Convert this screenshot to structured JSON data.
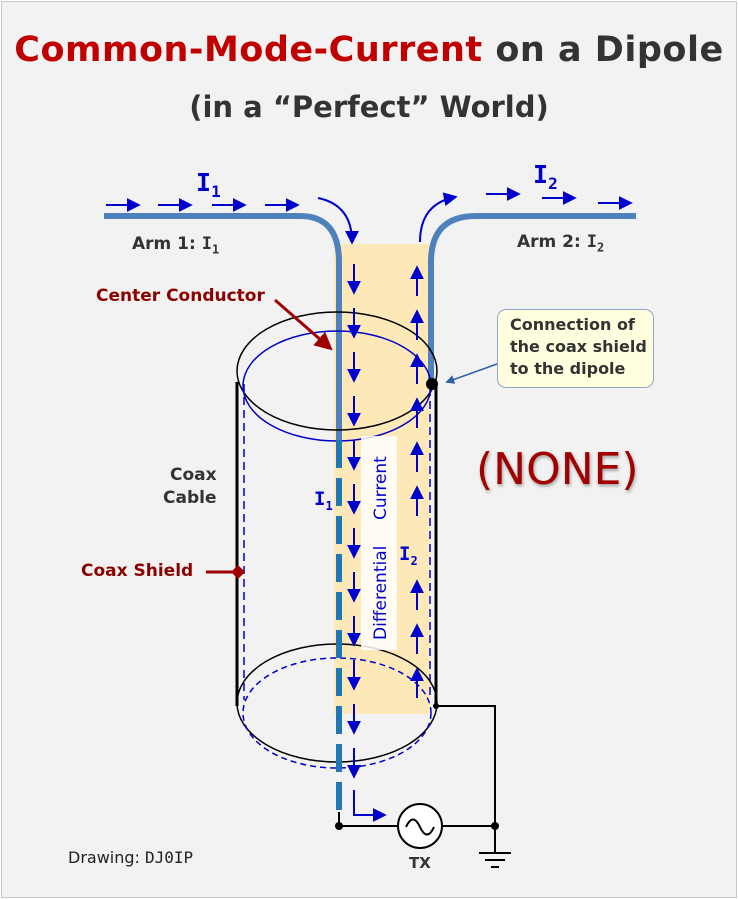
{
  "title": {
    "part1": "Common-Mode-Current",
    "part2": "on a Dipole"
  },
  "subtitle": "(in a “Perfect” World)",
  "arms": {
    "current_left_label": "I",
    "current_left_sub": "1",
    "current_right_label": "I",
    "current_right_sub": "2",
    "arm1_text": "Arm 1: ",
    "arm1_sym": "I",
    "arm1_sub": "1",
    "arm2_text": "Arm 2: ",
    "arm2_sym": "I",
    "arm2_sub": "2"
  },
  "labels": {
    "center_conductor": "Center Conductor",
    "coax_line1": "Coax",
    "coax_line2": "Cable",
    "coax_shield": "Coax Shield",
    "inner_current_sym": "I",
    "inner_current_sub": "1",
    "shield_current_sym": "I",
    "shield_current_sub": "2",
    "differential_word": "Differential",
    "current_word": "Current"
  },
  "callout": {
    "line1": "Connection of",
    "line2": "the coax shield",
    "line3": "to the dipole"
  },
  "common_mode_result": "(NONE)",
  "source_label": "TX",
  "credit": {
    "prefix": "Drawing: ",
    "author": "DJ0IP"
  },
  "colors": {
    "title_red": "#c00000",
    "text_dark": "#333333",
    "label_red": "#8b0000",
    "wire_blue": "#1f77b4",
    "arrow_blue": "#0000cc",
    "band_yellow": "#fde9b8"
  }
}
